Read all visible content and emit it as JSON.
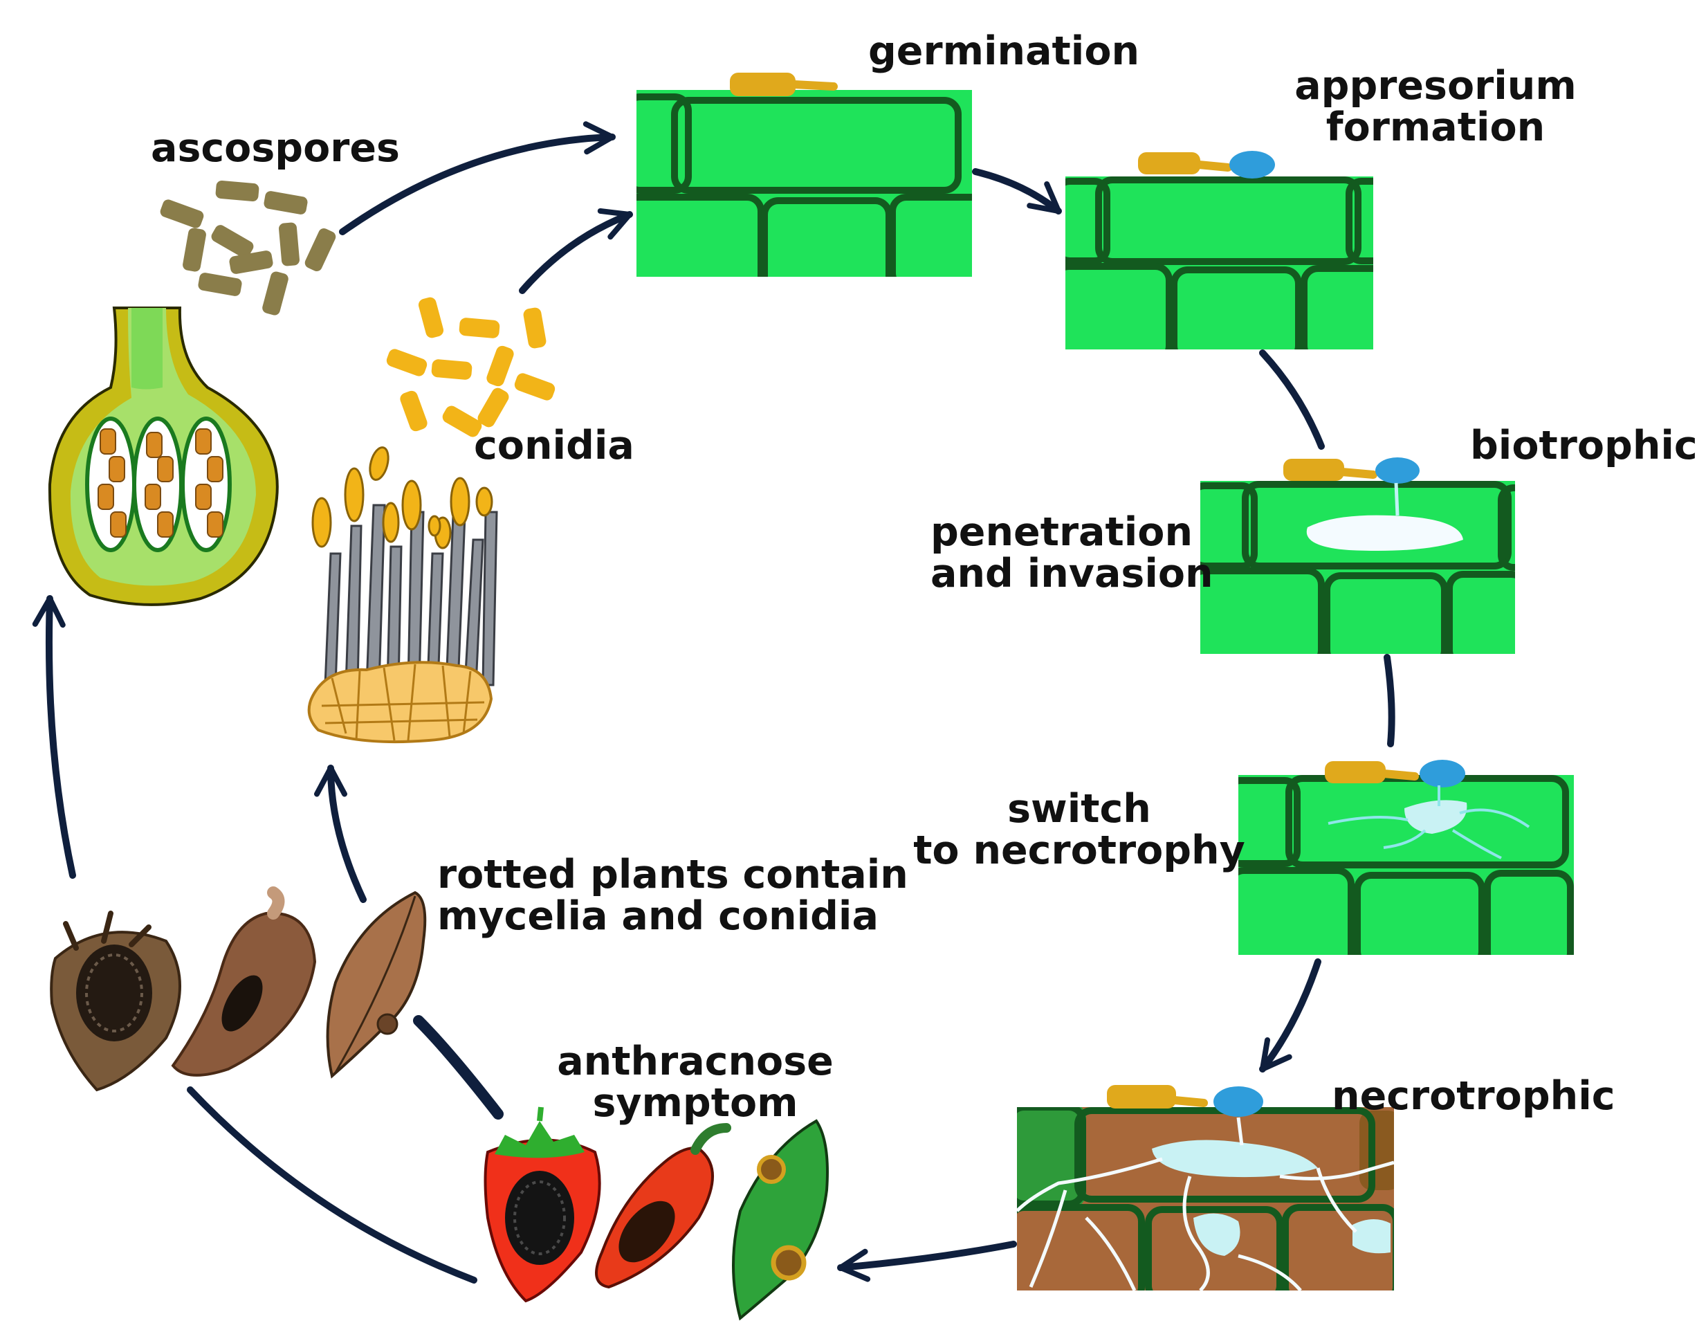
{
  "labels": {
    "germination": "germination",
    "appresorium": "appresorium\nformation",
    "ascospores": "ascospores",
    "conidia": "conidia",
    "biotrophic": "biotrophic",
    "penetration": "penetration\nand invasion",
    "switch": "switch\nto necrotrophy",
    "rotted": "rotted plants contain\nmycelia and conidia",
    "anthracnose": "anthracnose\nsymptom",
    "necrotrophic": "necrotrophic"
  },
  "colors": {
    "cell_fill": "#1fe35a",
    "cell_wall": "#135a1f",
    "necrotic_fill": "#a8683a",
    "arrow": "#0f1f3d",
    "conidium": "#f2b418",
    "ascospore": "#8a7d4a",
    "appressorium": "#2f9ddb",
    "hypha": "#bff3f5"
  }
}
